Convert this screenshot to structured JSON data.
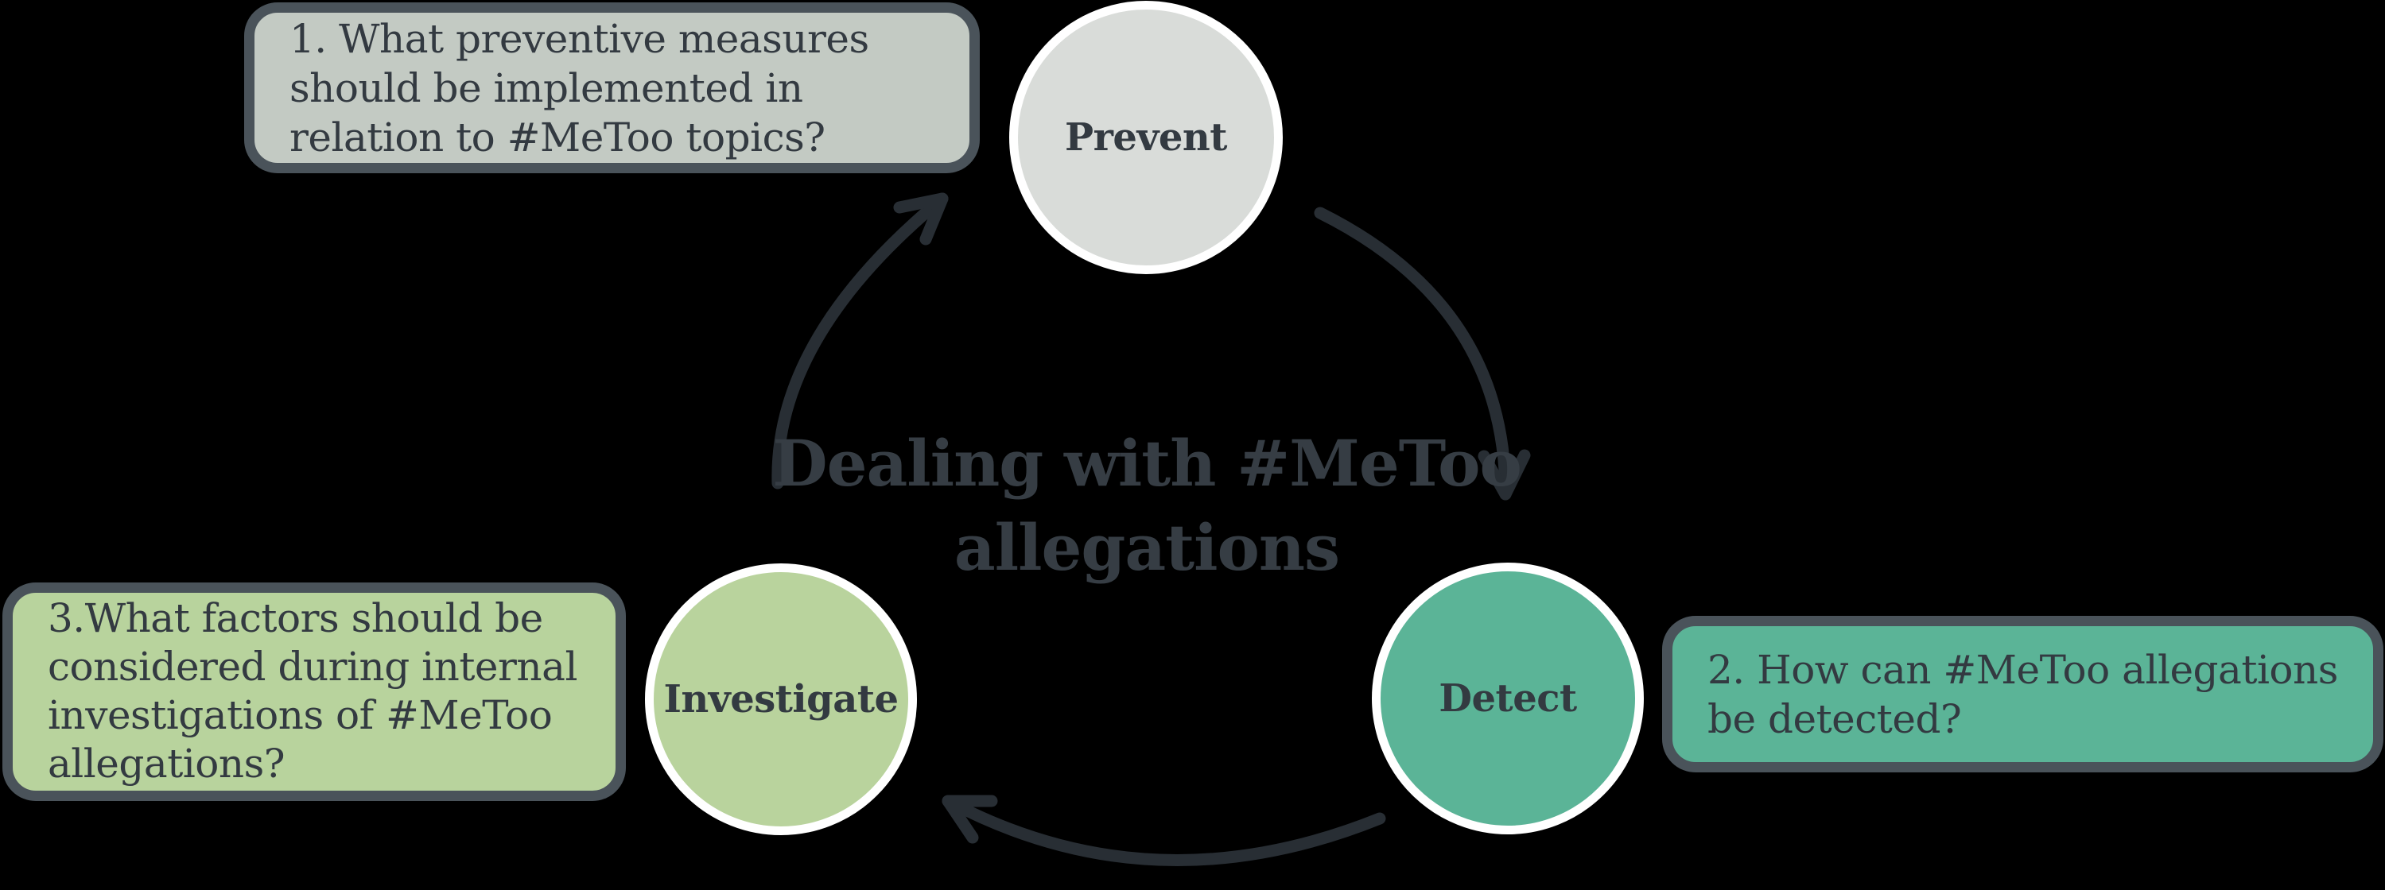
{
  "title": {
    "lines": [
      "Dealing with #MeToo",
      "allegations"
    ]
  },
  "cycle": {
    "steps": [
      {
        "label": "Prevent"
      },
      {
        "label": "Detect"
      },
      {
        "label": "Investigate"
      }
    ]
  },
  "callouts": [
    {
      "lines": [
        "1. What preventive measures",
        "should be implemented in",
        "relation to #MeToo topics?"
      ]
    },
    {
      "lines": [
        "2. How can #MeToo allegations",
        "be detected?"
      ]
    },
    {
      "lines": [
        "3.What factors should be",
        "considered during internal",
        "investigations of #MeToo",
        "allegations?"
      ]
    }
  ],
  "colors": {
    "background": "#000000",
    "box1_fill": "#c3cac3",
    "box2_fill": "#5bb497",
    "box3_fill": "#b8d39d",
    "box_border": "#4a535a",
    "prevent_fill": "#d9dcd9",
    "detect_fill": "#5bb497",
    "investigate_fill": "#b9d39d",
    "circle_ring": "#ffffff",
    "text": "#333a41",
    "title_text": "#363d44",
    "arrow": "#282e34"
  }
}
